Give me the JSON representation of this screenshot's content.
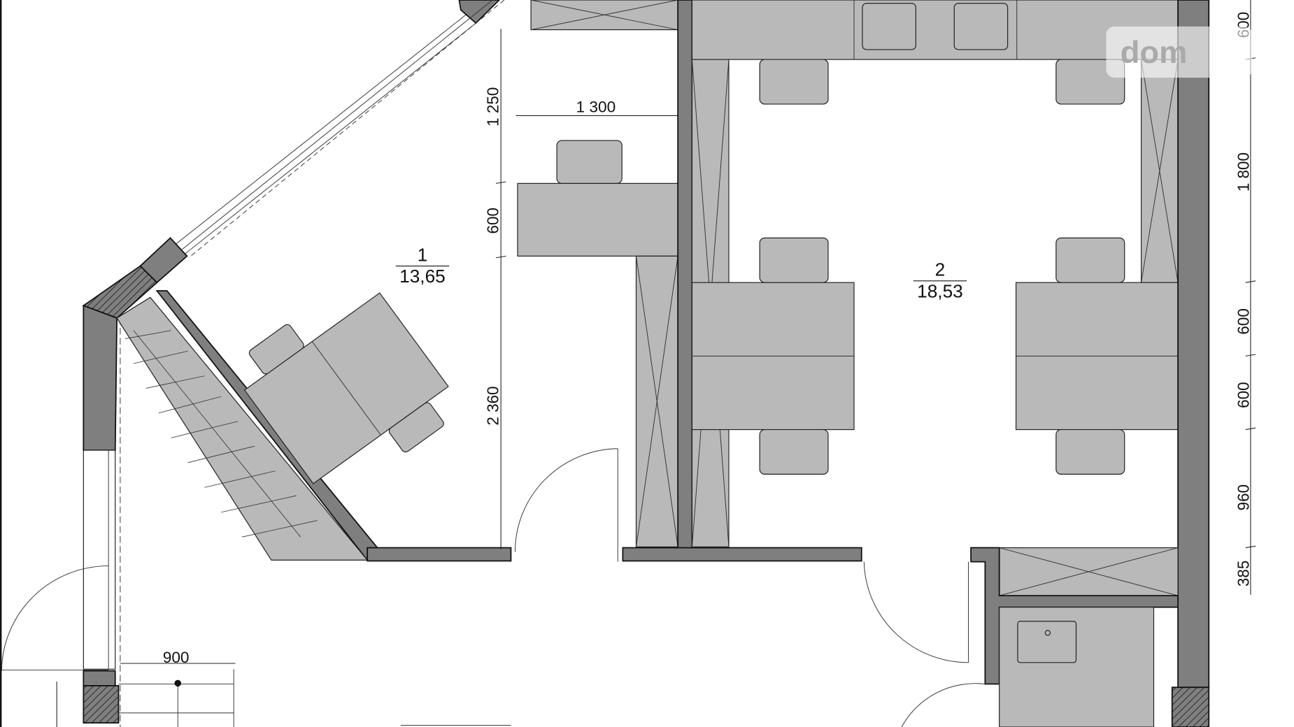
{
  "rooms": [
    {
      "number": "1",
      "area": "13,65"
    },
    {
      "number": "2",
      "area": "18,53"
    }
  ],
  "dimensions": {
    "room1_top_vertical": "1 250",
    "room1_desk_width": "1 300",
    "room1_desk_depth": "600",
    "room1_lower_vertical": "2 360",
    "right_top": "600",
    "right_1800": "1 800",
    "right_600_a": "600",
    "right_600_b": "600",
    "right_960": "960",
    "right_385": "385",
    "bottom_left_900": "900"
  },
  "watermark": {
    "text": "dom"
  },
  "colors": {
    "wall": "#7f7f7f",
    "furniture": "#b9b9b9"
  }
}
